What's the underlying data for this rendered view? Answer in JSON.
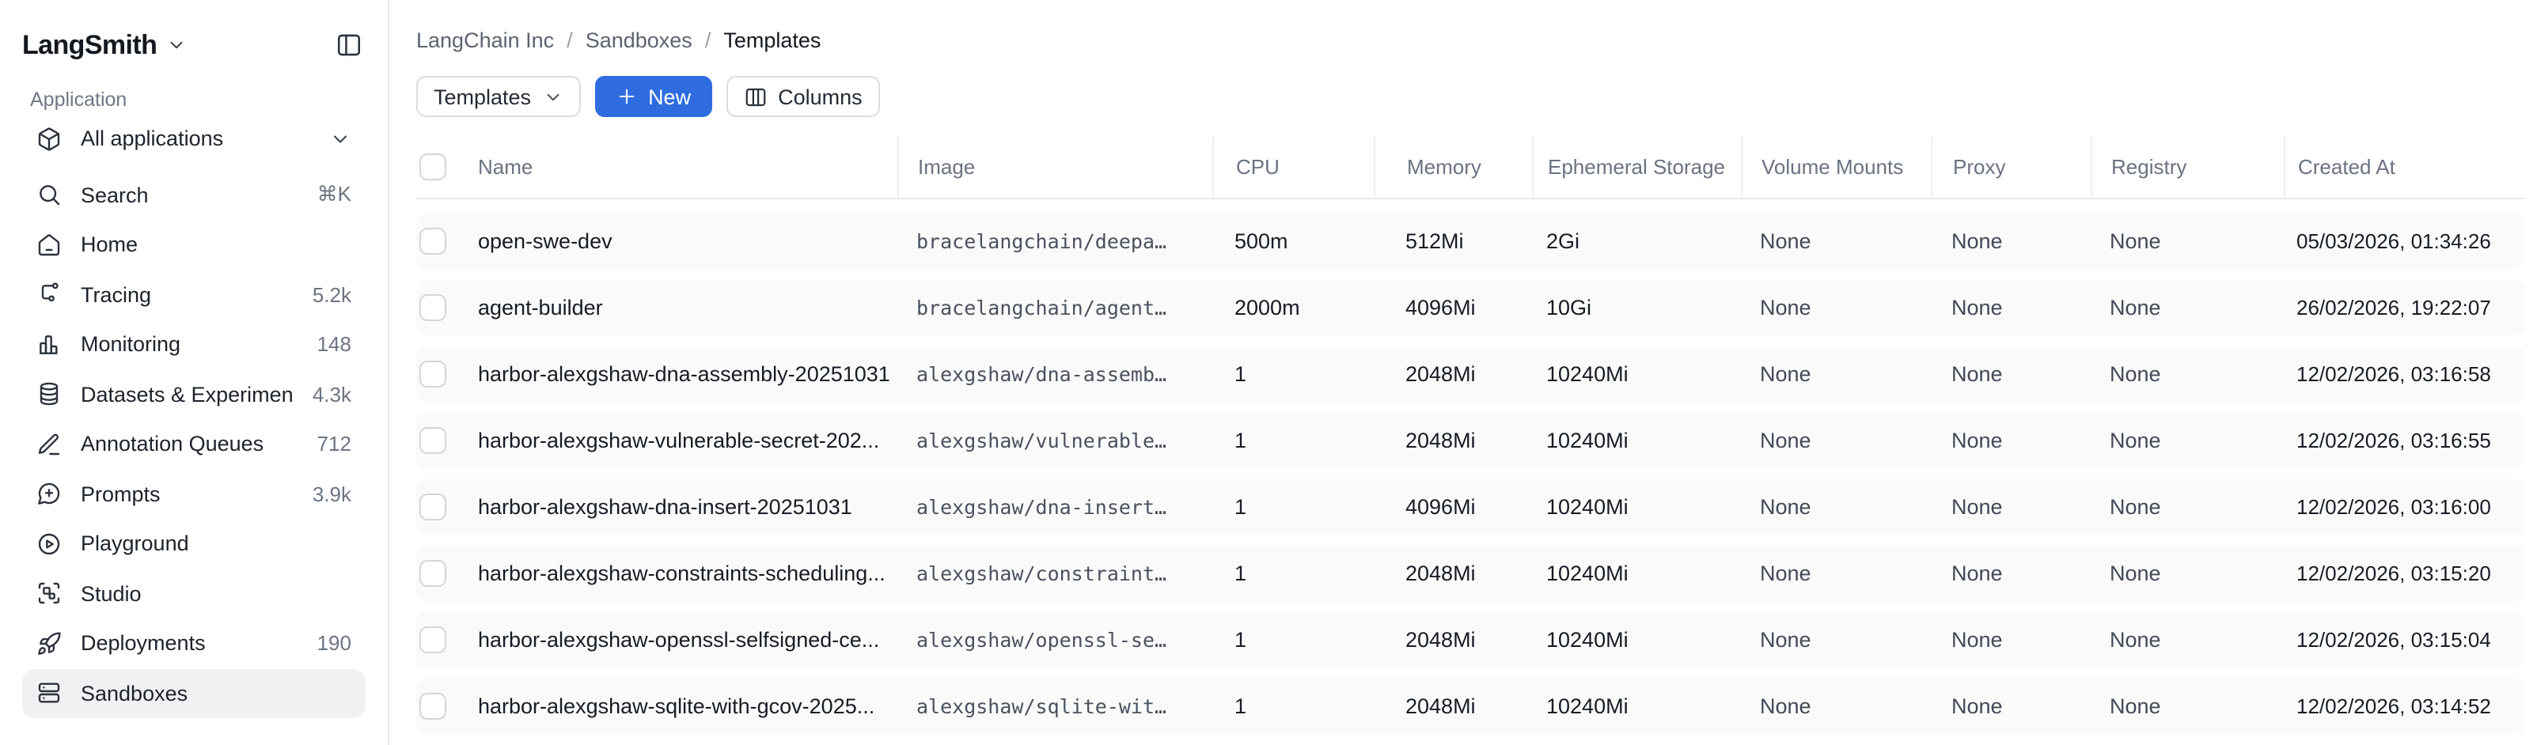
{
  "app": {
    "name": "LangSmith"
  },
  "colors": {
    "accent_blue": "#2f6ce0",
    "selected_item_bg": "#f1f1f4",
    "row_bg": "#fafafb",
    "border": "#e9eaee"
  },
  "sidebar": {
    "section_label": "Application",
    "workspace": {
      "label": "All applications",
      "icon": "box-icon"
    },
    "items": [
      {
        "label": "Search",
        "meta": "⌘K",
        "icon": "search-icon"
      },
      {
        "label": "Home",
        "meta": "",
        "icon": "home-icon"
      },
      {
        "label": "Tracing",
        "meta": "5.2k",
        "icon": "trace-icon"
      },
      {
        "label": "Monitoring",
        "meta": "148",
        "icon": "bar-chart-icon"
      },
      {
        "label": "Datasets & Experiments",
        "meta": "4.3k",
        "icon": "database-icon"
      },
      {
        "label": "Annotation Queues",
        "meta": "712",
        "icon": "pen-line-icon"
      },
      {
        "label": "Prompts",
        "meta": "3.9k",
        "icon": "message-plus-icon"
      },
      {
        "label": "Playground",
        "meta": "",
        "icon": "play-circle-icon"
      },
      {
        "label": "Studio",
        "meta": "",
        "icon": "group-icon"
      },
      {
        "label": "Deployments",
        "meta": "190",
        "icon": "rocket-icon"
      },
      {
        "label": "Sandboxes",
        "meta": "",
        "icon": "server-icon",
        "selected": true
      }
    ]
  },
  "breadcrumb": {
    "separator": "/",
    "items": [
      "LangChain Inc",
      "Sandboxes",
      "Templates"
    ]
  },
  "toolbar": {
    "view_selector_label": "Templates",
    "new_label": "New",
    "columns_label": "Columns"
  },
  "table": {
    "columns": [
      "Name",
      "Image",
      "CPU",
      "Memory",
      "Ephemeral Storage",
      "Volume Mounts",
      "Proxy",
      "Registry",
      "Created At"
    ],
    "rows": [
      {
        "name": "open-swe-dev",
        "image": "bracelangchain/deepa…",
        "cpu": "500m",
        "memory": "512Mi",
        "ephemeral_storage": "2Gi",
        "volume_mounts": "None",
        "proxy": "None",
        "registry": "None",
        "created_at": "05/03/2026, 01:34:26"
      },
      {
        "name": "agent-builder",
        "image": "bracelangchain/agent…",
        "cpu": "2000m",
        "memory": "4096Mi",
        "ephemeral_storage": "10Gi",
        "volume_mounts": "None",
        "proxy": "None",
        "registry": "None",
        "created_at": "26/02/2026, 19:22:07"
      },
      {
        "name": "harbor-alexgshaw-dna-assembly-20251031",
        "image": "alexgshaw/dna-assemb…",
        "cpu": "1",
        "memory": "2048Mi",
        "ephemeral_storage": "10240Mi",
        "volume_mounts": "None",
        "proxy": "None",
        "registry": "None",
        "created_at": "12/02/2026, 03:16:58"
      },
      {
        "name": "harbor-alexgshaw-vulnerable-secret-202...",
        "image": "alexgshaw/vulnerable…",
        "cpu": "1",
        "memory": "2048Mi",
        "ephemeral_storage": "10240Mi",
        "volume_mounts": "None",
        "proxy": "None",
        "registry": "None",
        "created_at": "12/02/2026, 03:16:55"
      },
      {
        "name": "harbor-alexgshaw-dna-insert-20251031",
        "image": "alexgshaw/dna-insert…",
        "cpu": "1",
        "memory": "4096Mi",
        "ephemeral_storage": "10240Mi",
        "volume_mounts": "None",
        "proxy": "None",
        "registry": "None",
        "created_at": "12/02/2026, 03:16:00"
      },
      {
        "name": "harbor-alexgshaw-constraints-scheduling...",
        "image": "alexgshaw/constraint…",
        "cpu": "1",
        "memory": "2048Mi",
        "ephemeral_storage": "10240Mi",
        "volume_mounts": "None",
        "proxy": "None",
        "registry": "None",
        "created_at": "12/02/2026, 03:15:20"
      },
      {
        "name": "harbor-alexgshaw-openssl-selfsigned-ce...",
        "image": "alexgshaw/openssl-se…",
        "cpu": "1",
        "memory": "2048Mi",
        "ephemeral_storage": "10240Mi",
        "volume_mounts": "None",
        "proxy": "None",
        "registry": "None",
        "created_at": "12/02/2026, 03:15:04"
      },
      {
        "name": "harbor-alexgshaw-sqlite-with-gcov-2025...",
        "image": "alexgshaw/sqlite-wit…",
        "cpu": "1",
        "memory": "2048Mi",
        "ephemeral_storage": "10240Mi",
        "volume_mounts": "None",
        "proxy": "None",
        "registry": "None",
        "created_at": "12/02/2026, 03:14:52"
      }
    ]
  }
}
